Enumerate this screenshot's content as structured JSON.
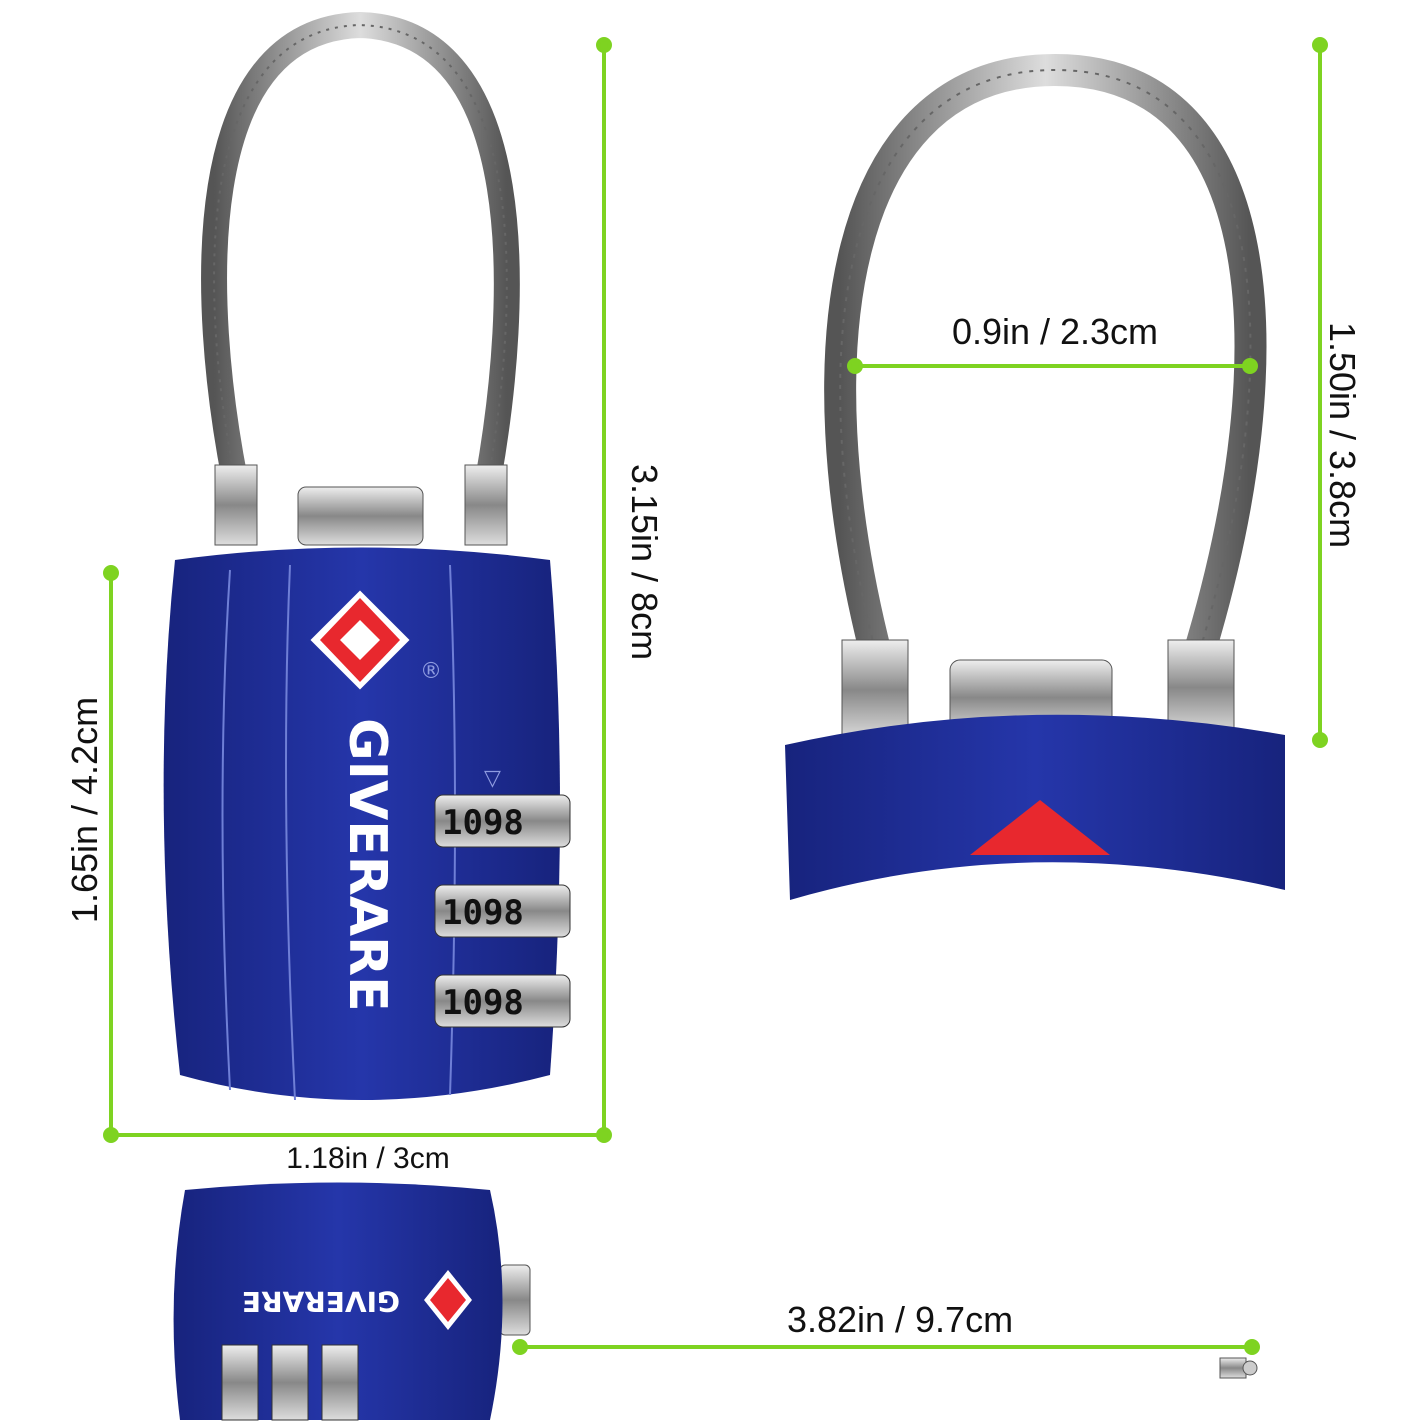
{
  "brand": "GIVERARE",
  "colors": {
    "dimension_line": "#7ed321",
    "lock_body": "#1f2f9e",
    "tsa_logo": "#e8282e",
    "cable": "#9a9a9a"
  },
  "dimensions": {
    "total_height": "3.15in / 8cm",
    "body_height": "1.65in / 4.2cm",
    "body_width": "1.18in / 3cm",
    "cable_inner_width": "0.9in / 2.3cm",
    "cable_height": "1.50in / 3.8cm",
    "cable_length": "3.82in / 9.7cm"
  },
  "dials": [
    "1098",
    "1098",
    "1098"
  ],
  "icons": [
    "tsa-logo-icon",
    "registered-mark-icon",
    "arrow-indicator-icon"
  ]
}
